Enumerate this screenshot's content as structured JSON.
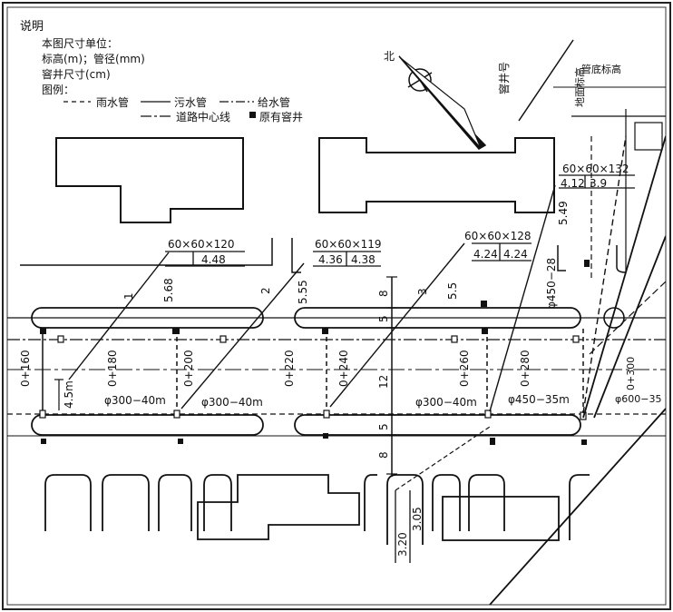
{
  "legend": {
    "heading": "说明",
    "line1": "本图尺寸单位：",
    "line2": "标高(m)；管径(mm)",
    "line3": "窨井尺寸(cm)",
    "line4": "图例：",
    "rain": "雨水管",
    "sewage": "污水管",
    "water": "给水管",
    "centerline": "道路中心线",
    "well": "原有窨井"
  },
  "north": "北",
  "topright": {
    "label_a": "窨井号",
    "label_b": "地面标高",
    "label_c": "管底标高"
  },
  "wells": [
    {
      "size": "60×60×120",
      "ground": "",
      "bottom": "4.48"
    },
    {
      "size": "60×60×119",
      "ground": "4.36",
      "bottom": "4.38"
    },
    {
      "size": "60×60×128",
      "ground": "4.24",
      "bottom": "4.24"
    },
    {
      "size": "60×60×132",
      "ground": "4.12",
      "bottom": "3.9"
    }
  ],
  "leaders": [
    "1",
    "5.68",
    "2",
    "5.55",
    "3",
    "5.5",
    "5.49",
    "φ450−28"
  ],
  "stations": [
    "0+160",
    "0+180",
    "0+200",
    "0+220",
    "0+240",
    "0+260",
    "0+280",
    "0+300"
  ],
  "dims": {
    "top": "8",
    "mid1": "5",
    "road": "12",
    "mid2": "5",
    "bottom": "8",
    "offset": "4.5m"
  },
  "pipes": [
    "φ300−40m",
    "φ300−40m",
    "φ300−40m",
    "φ450−35m",
    "φ600−35"
  ],
  "bottom_well": {
    "a": "3.20",
    "b": "3.05"
  }
}
